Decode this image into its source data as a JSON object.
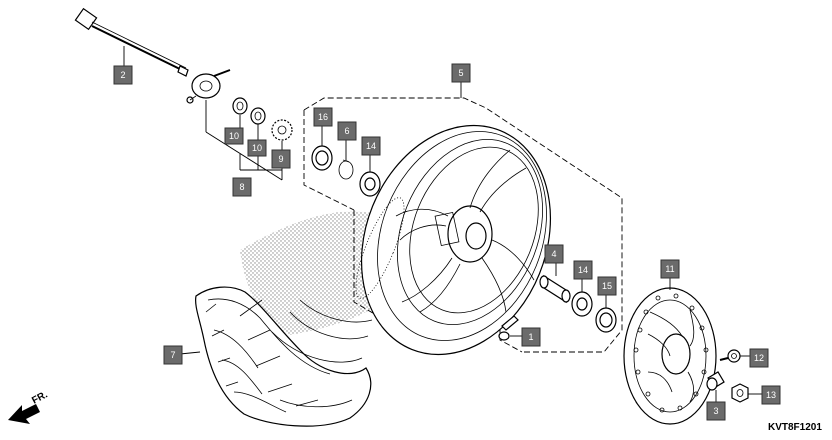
{
  "diagram": {
    "code": "KVT8F1201",
    "direction_label": "FR."
  },
  "callouts": [
    {
      "id": "c1",
      "label": "1"
    },
    {
      "id": "c2",
      "label": "2"
    },
    {
      "id": "c3",
      "label": "3"
    },
    {
      "id": "c4",
      "label": "4"
    },
    {
      "id": "c5",
      "label": "5"
    },
    {
      "id": "c6",
      "label": "6"
    },
    {
      "id": "c7",
      "label": "7"
    },
    {
      "id": "c8",
      "label": "8"
    },
    {
      "id": "c9",
      "label": "9"
    },
    {
      "id": "c10a",
      "label": "10"
    },
    {
      "id": "c10b",
      "label": "10"
    },
    {
      "id": "c11",
      "label": "11"
    },
    {
      "id": "c12",
      "label": "12"
    },
    {
      "id": "c13",
      "label": "13"
    },
    {
      "id": "c14a",
      "label": "14"
    },
    {
      "id": "c14b",
      "label": "14"
    },
    {
      "id": "c15",
      "label": "15"
    },
    {
      "id": "c16",
      "label": "16"
    }
  ]
}
